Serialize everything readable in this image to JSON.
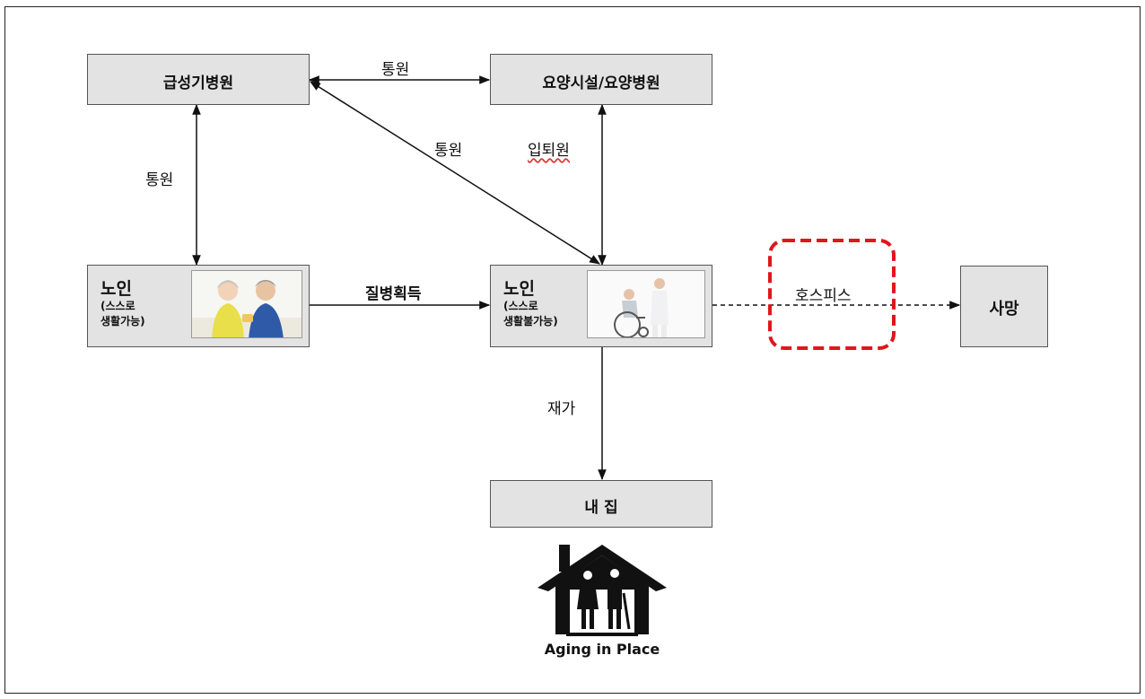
{
  "nodes": {
    "acute_hospital": "급성기병원",
    "care_facility": "요양시설/요양병원",
    "elder_independent": {
      "title": "노인",
      "sub_line1": "(스스로",
      "sub_line2": "생활가능)"
    },
    "elder_dependent": {
      "title": "노인",
      "sub_line1": "(스스로",
      "sub_line2": "생활불가능)"
    },
    "death": "사망",
    "home": "내 집"
  },
  "edges": {
    "hospital_facility": "통원",
    "hospital_elder": "통원",
    "hospital_dependent": "통원",
    "facility_dependent": "입퇴원",
    "disease_acquisition": "질병획득",
    "hospice": "호스피스",
    "at_home": "재가"
  },
  "house_caption": "Aging in Place",
  "colors": {
    "box_fill": "#e3e3e3",
    "hospice_border": "#e0161b",
    "line": "#111111"
  }
}
